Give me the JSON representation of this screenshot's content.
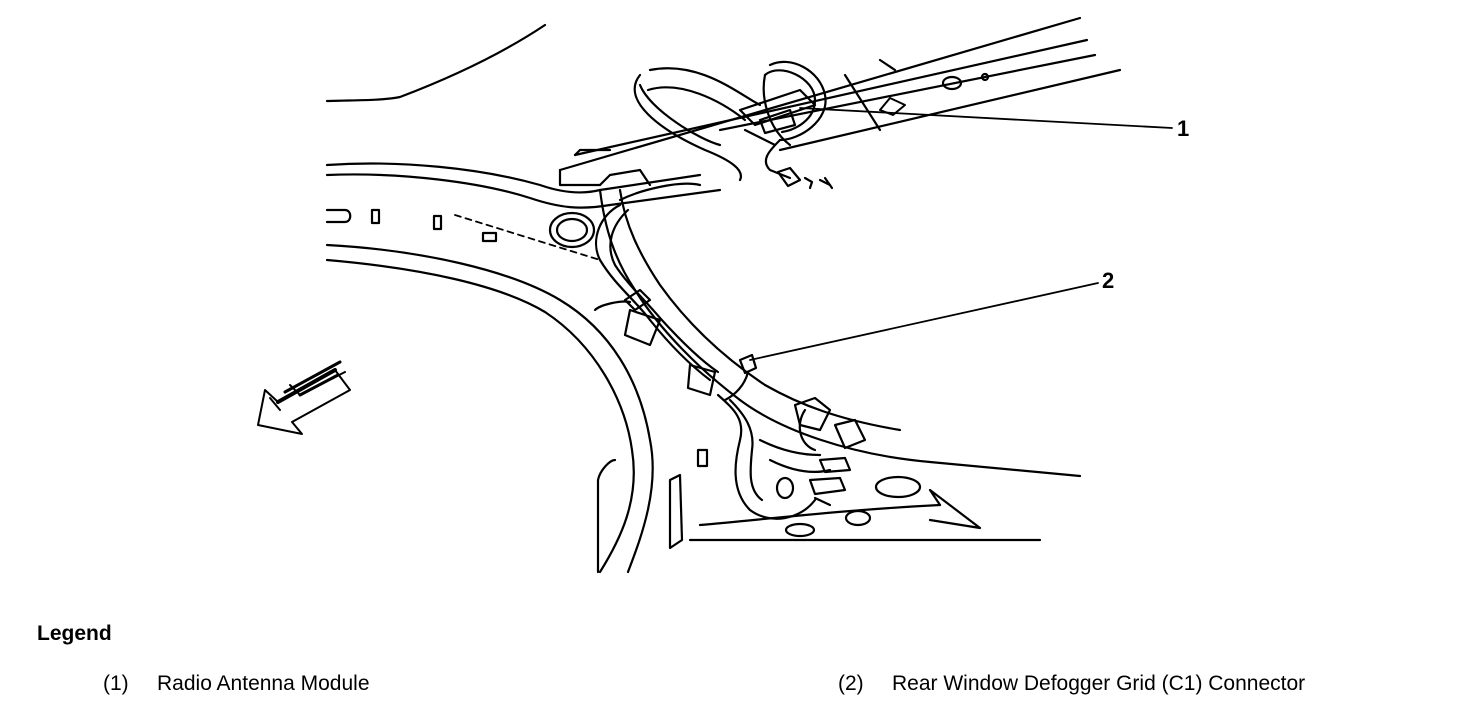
{
  "diagram": {
    "callouts": [
      {
        "number": "1"
      },
      {
        "number": "2"
      }
    ]
  },
  "legend": {
    "title": "Legend",
    "items": [
      {
        "number": "(1)",
        "label": "Radio Antenna Module"
      },
      {
        "number": "(2)",
        "label": "Rear Window Defogger Grid (C1) Connector"
      }
    ]
  },
  "colors": {
    "line": "#000000",
    "background": "#ffffff"
  }
}
